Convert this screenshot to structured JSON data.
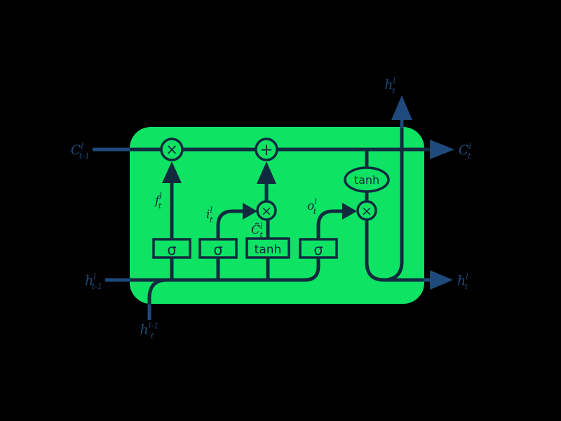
{
  "diagram_type": "lstm-cell",
  "colors": {
    "background": "#000000",
    "cell_fill": "#0ee364",
    "stroke": "#112a3e",
    "external": "#1e4a7c"
  },
  "labels": {
    "cell_state_in": {
      "base": "C",
      "sup": "l",
      "sub": "t-1"
    },
    "hidden_in": {
      "base": "h",
      "sup": "l",
      "sub": "t-1"
    },
    "input_below": {
      "base": "h",
      "sup": "l-1",
      "sub": "t"
    },
    "cell_state_out": {
      "base": "C",
      "sup": "l",
      "sub": "t"
    },
    "hidden_out_right": {
      "base": "h",
      "sup": "l",
      "sub": "t"
    },
    "hidden_out_top": {
      "base": "h",
      "sup": "l",
      "sub": "t"
    },
    "forget_gate": {
      "base": "f",
      "sup": "l",
      "sub": "t"
    },
    "input_gate": {
      "base": "i",
      "sup": "l",
      "sub": "t"
    },
    "candidate": {
      "base": "C̃",
      "sup": "l",
      "sub": "t"
    },
    "output_gate": {
      "base": "o",
      "sup": "l",
      "sub": "t"
    }
  },
  "nodes": {
    "sigma_forget": "σ",
    "sigma_input": "σ",
    "tanh_box": "tanh",
    "sigma_output": "σ",
    "tanh_ellipse": "tanh",
    "multiply_forget": "×",
    "add": "+",
    "multiply_input": "×",
    "multiply_output": "×"
  }
}
